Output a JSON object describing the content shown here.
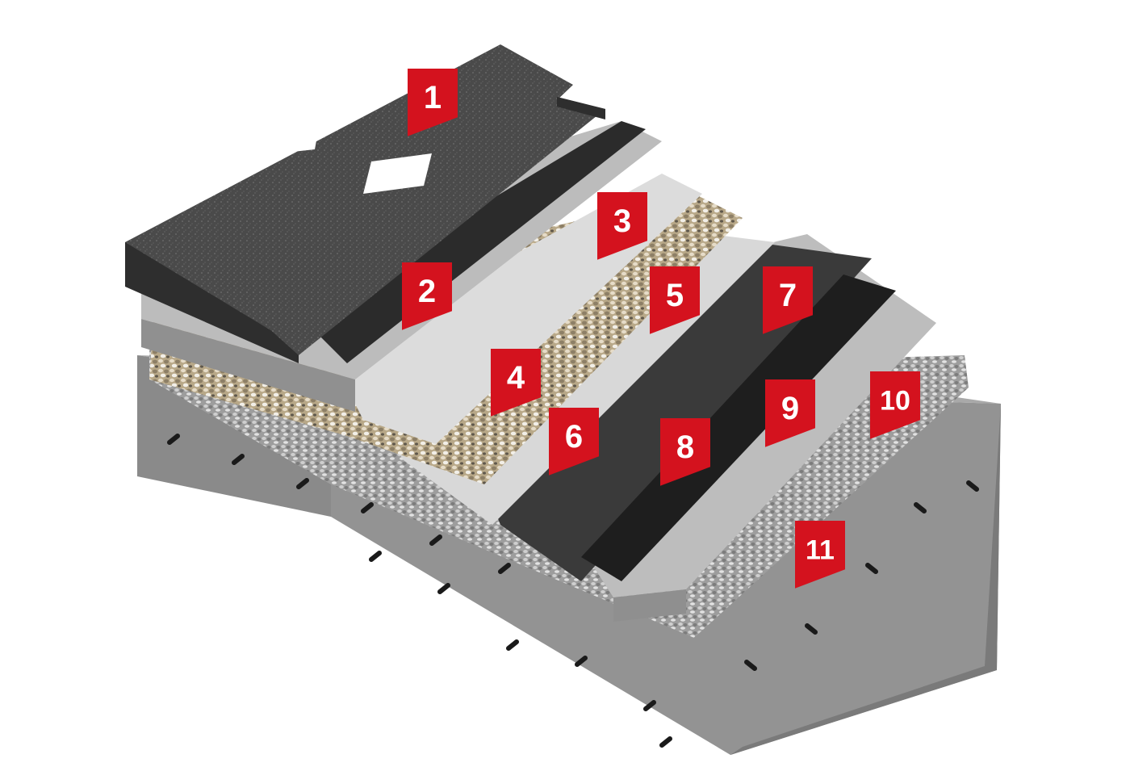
{
  "colors": {
    "background": "#ffffff",
    "marker": "#d4121e",
    "marker_text": "#ffffff",
    "concrete_top": "#a9a9a9",
    "concrete_side": "#7a7a7a",
    "concrete_front": "#939393",
    "board_top": "#4a4a4a",
    "board_side": "#2e2e2e",
    "membrane": "#2a2a2a",
    "felt": "#d8d8d8",
    "gravel": "#c8b89a",
    "screed_top": "#bdbdbd",
    "screed_side": "#8f8f8f",
    "rebar": "#1a1a1a"
  },
  "markers": [
    {
      "id": "1",
      "label": "1"
    },
    {
      "id": "2",
      "label": "2"
    },
    {
      "id": "3",
      "label": "3"
    },
    {
      "id": "4",
      "label": "4"
    },
    {
      "id": "5",
      "label": "5"
    },
    {
      "id": "6",
      "label": "6"
    },
    {
      "id": "7",
      "label": "7"
    },
    {
      "id": "8",
      "label": "8"
    },
    {
      "id": "9",
      "label": "9"
    },
    {
      "id": "10",
      "label": "10"
    },
    {
      "id": "11",
      "label": "11"
    }
  ]
}
